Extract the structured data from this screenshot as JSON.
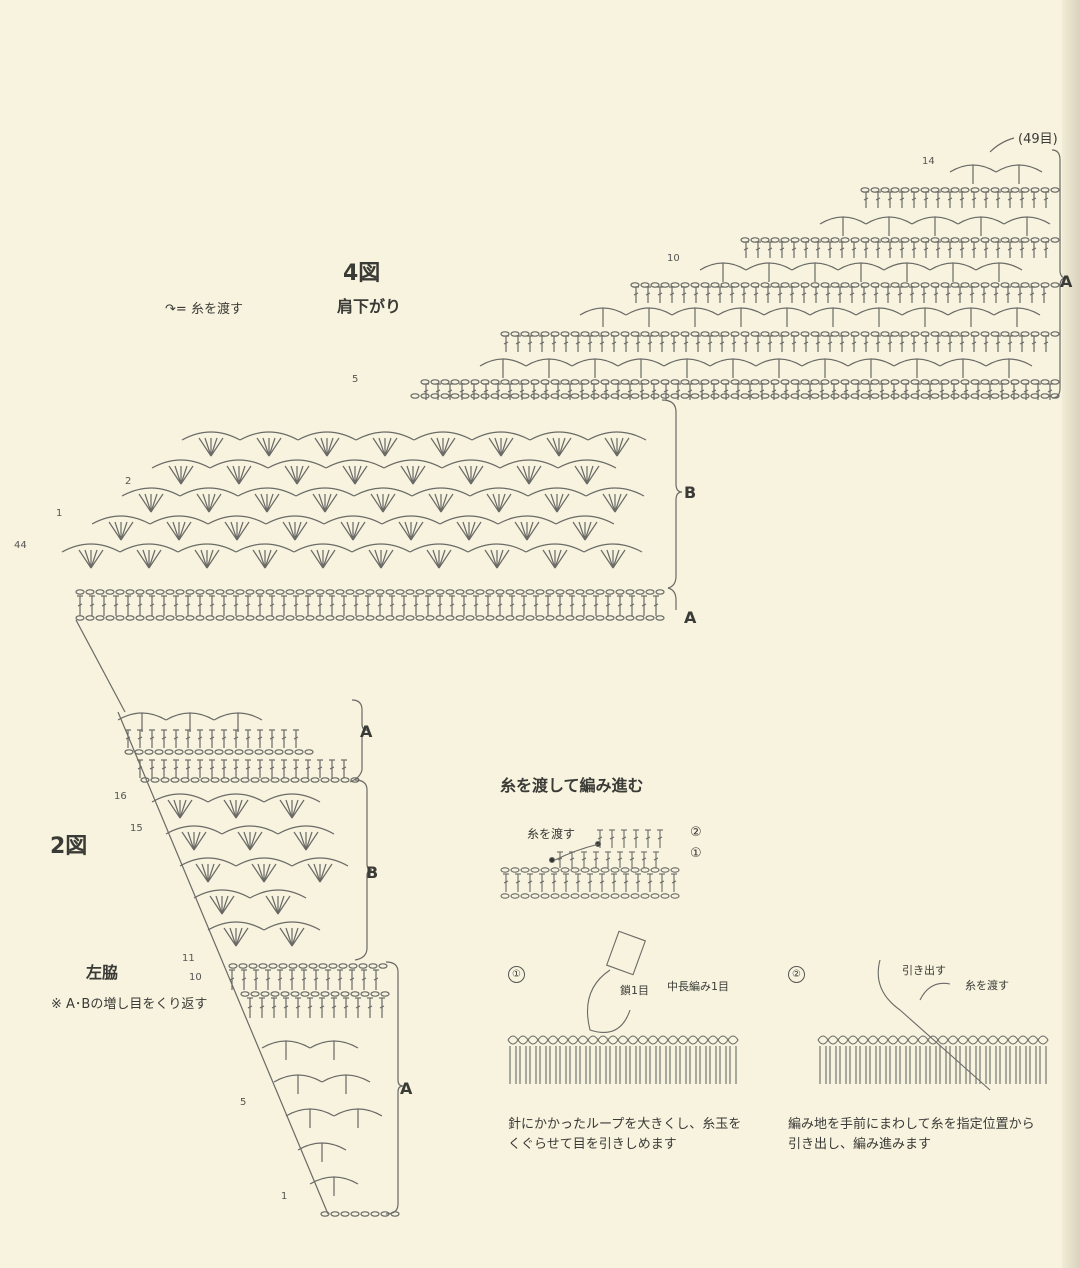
{
  "fig4": {
    "title": "4図",
    "subtitle": "肩下がり",
    "legend_symbol": "↷=",
    "legend_text": "糸を渡す",
    "stitch_count": "(49目)"
  },
  "fig4_rows": {
    "r14": "14",
    "r10": "10",
    "r5": "5",
    "r2": "2",
    "r1": "1",
    "r44": "44"
  },
  "fig4_sections": {
    "a_top": "A",
    "b": "B",
    "a_bottom": "A"
  },
  "fig2": {
    "title": "2図",
    "side_title": "左脇",
    "note": "※ A･Bの増し目をくり返す"
  },
  "fig2_rows": {
    "r16": "16",
    "r15": "15",
    "r11": "11",
    "r10": "10",
    "r5": "5",
    "r1": "1"
  },
  "fig2_sections": {
    "a_top": "A",
    "b": "B",
    "a_bottom": "A"
  },
  "carry": {
    "title": "糸を渡して編み進む",
    "label": "糸を渡す",
    "row2": "②",
    "row1": "①"
  },
  "step1": {
    "num": "①",
    "label_chain": "鎖1目",
    "label_hdc": "中長編み1目",
    "caption_1": "針にかかったループを大きくし、糸玉を",
    "caption_2": "くぐらせて目を引きしめます"
  },
  "step2": {
    "num": "②",
    "label_pull": "引き出す",
    "label_carry": "糸を渡す",
    "caption_1": "編み地を手前にまわして糸を指定位置から",
    "caption_2": "引き出し、編み進みます"
  }
}
